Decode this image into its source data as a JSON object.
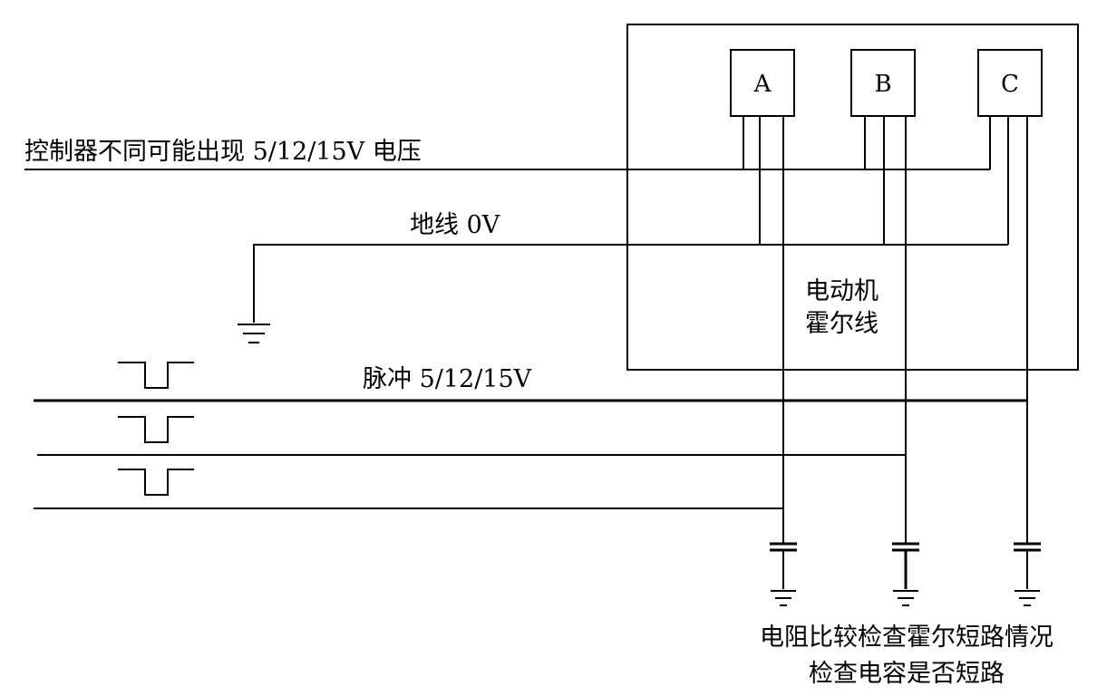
{
  "supply_label": "控制器不同可能出现 5/12/15V 电压",
  "ground_label": "地线 0V",
  "motor_label_line1": "电动机",
  "motor_label_line2": "霍尔线",
  "pulse_label": "脉冲 5/12/15V",
  "sensors": [
    "A",
    "B",
    "C"
  ],
  "note_line1": "电阻比较检查霍尔短路情况",
  "note_line2": "检查电容是否短路"
}
